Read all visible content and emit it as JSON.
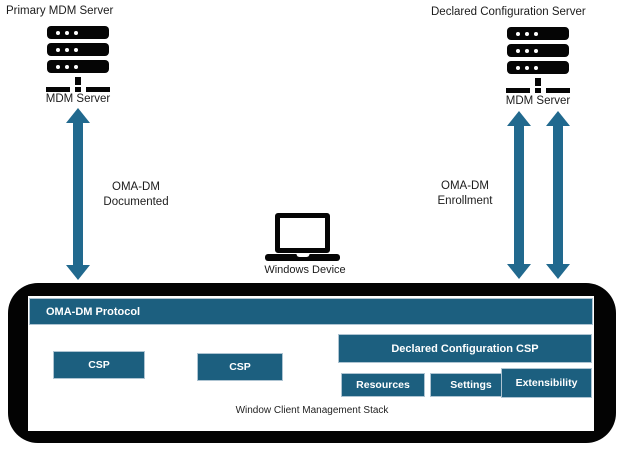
{
  "palette": {
    "box_teal": "#1C5F7F",
    "arrow_teal": "#21698E",
    "outline_black": "#030303",
    "text_dark": "#1c1c1c"
  },
  "servers": {
    "primary": {
      "title": "Primary MDM Server",
      "caption": "MDM Server"
    },
    "declared": {
      "title": "Declared Configuration Server",
      "caption": "MDM Server"
    }
  },
  "links": {
    "documented": {
      "line1": "OMA-DM",
      "line2": "Documented"
    },
    "enrollment": {
      "line1": "OMA-DM",
      "line2": "Enrollment"
    }
  },
  "device": {
    "caption": "Windows Device"
  },
  "stack": {
    "protocol_bar": "OMA-DM Protocol",
    "csp_left": "CSP",
    "csp_right": "CSP",
    "declared_csp": "Declared Configuration CSP",
    "children": [
      "Resources",
      "Settings",
      "Extensibility"
    ],
    "caption": "Window Client Management Stack"
  }
}
